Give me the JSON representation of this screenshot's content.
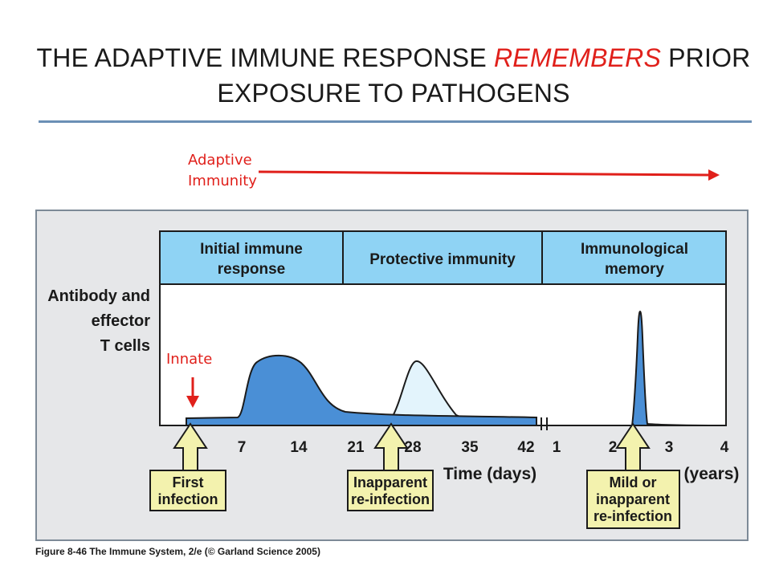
{
  "slide": {
    "title_part1": "THE ADAPTIVE IMMUNE RESPONSE ",
    "title_emphasis": "REMEMBERS",
    "title_part2": " PRIOR EXPOSURE TO PATHOGENS",
    "accent_color": "#e0201b",
    "rule_color": "#6b8fb5"
  },
  "annotations": {
    "adaptive_line1": "Adaptive",
    "adaptive_line2": "Immunity",
    "innate": "Innate"
  },
  "figure": {
    "phase_headers": [
      {
        "line1": "Initial immune",
        "line2": "response"
      },
      {
        "line1": "Protective immunity",
        "line2": ""
      },
      {
        "line1": "Immunological",
        "line2": "memory"
      }
    ],
    "y_axis_label": [
      "Antibody and",
      "effector",
      "T cells"
    ],
    "day_ticks": [
      "7",
      "14",
      "21",
      "28",
      "35",
      "42"
    ],
    "year_ticks": [
      "1",
      "2",
      "3",
      "4"
    ],
    "x_label_days": "Time (days)",
    "x_label_years": "(years)",
    "events": [
      {
        "line1": "First",
        "line2": "infection",
        "line3": ""
      },
      {
        "line1": "Inapparent",
        "line2": "re-infection",
        "line3": ""
      },
      {
        "line1": "Mild or",
        "line2": "inapparent",
        "line3": "re-infection"
      }
    ],
    "caption_bold": "Figure 8-46 The Immune System, 2/e",
    "caption_rest": " (© Garland Science 2005)",
    "header_color": "#8fd3f4",
    "curve_color": "#4a8fd6",
    "arrow_fill": "#f3f2ae"
  }
}
